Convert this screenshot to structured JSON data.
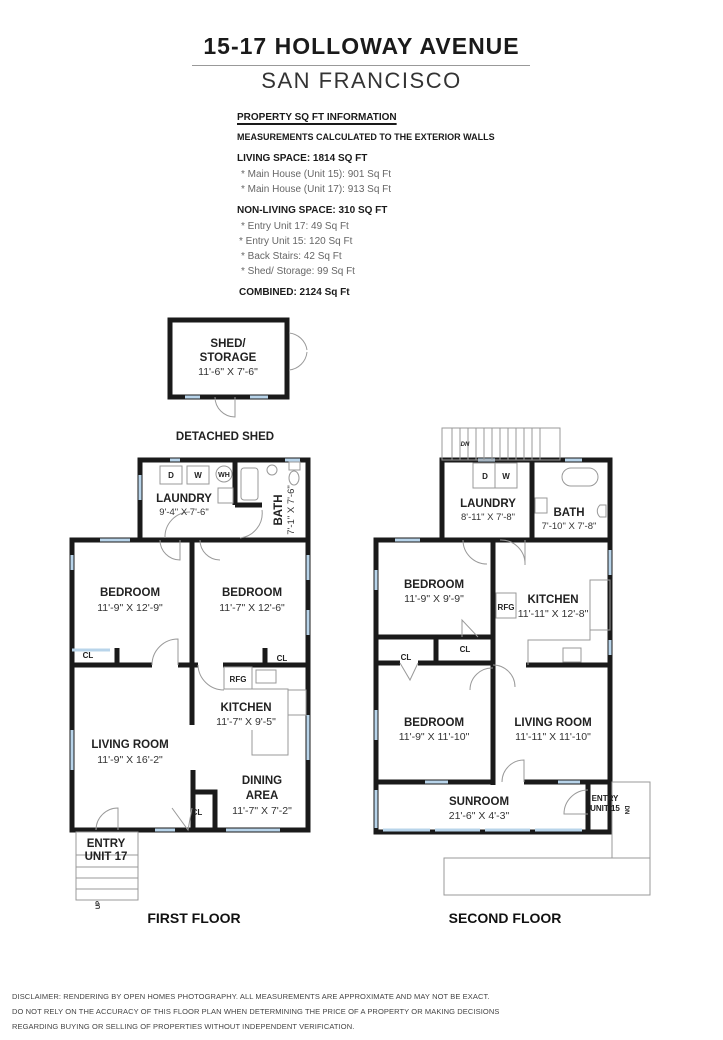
{
  "header": {
    "title": "15-17 HOLLOWAY AVENUE",
    "subtitle": "SAN FRANCISCO"
  },
  "info": {
    "heading": "PROPERTY SQ FT INFORMATION",
    "note": "MEASUREMENTS CALCULATED TO THE EXTERIOR WALLS",
    "living_heading": "LIVING SPACE: 1814 SQ FT",
    "living_items": [
      "*   Main House (Unit 15):   901 Sq Ft",
      "*   Main House (Unit 17):  913 Sq Ft"
    ],
    "nonliving_heading": "NON-LIVING SPACE: 310 SQ FT",
    "nonliving_items": [
      "*   Entry Unit 17:    49 Sq Ft",
      "*  Entry Unit 15:   120 Sq Ft",
      "*   Back Stairs:   42 Sq Ft",
      "*   Shed/ Storage:    99 Sq Ft"
    ],
    "combined": "COMBINED:    2124  Sq Ft"
  },
  "shed": {
    "name1": "SHED/",
    "name2": "STORAGE",
    "dims": "11'-6\" X 7'-6\"",
    "caption": "DETACHED SHED"
  },
  "first_floor": {
    "caption": "FIRST FLOOR",
    "laundry": {
      "name": "LAUNDRY",
      "dims": "9'-4\" X 7'-6\""
    },
    "bath": {
      "name": "BATH",
      "dims": "7'-1\" X 7'-6\""
    },
    "bedroom1": {
      "name": "BEDROOM",
      "dims": "11'-9\" X 12'-9\""
    },
    "bedroom2": {
      "name": "BEDROOM",
      "dims": "11'-7\" X 12'-6\""
    },
    "kitchen": {
      "name": "KITCHEN",
      "dims": "11'-7\" X 9'-5\""
    },
    "living": {
      "name": "LIVING ROOM",
      "dims": "11'-9\" X 16'-2\""
    },
    "dining": {
      "name1": "DINING",
      "name2": "AREA",
      "dims": "11'-7\" X 7'-2\""
    },
    "entry": {
      "name1": "ENTRY",
      "name2": "UNIT 17"
    },
    "fixtures": {
      "d": "D",
      "w": "W",
      "wh": "WH",
      "rfg": "RFG",
      "cl": "CL",
      "up": "UP"
    }
  },
  "second_floor": {
    "caption": "SECOND FLOOR",
    "laundry": {
      "name": "LAUNDRY",
      "dims": "8'-11\" X 7'-8\""
    },
    "bath": {
      "name": "BATH",
      "dims": "7'-10\" X 7'-8\""
    },
    "bedroom1": {
      "name": "BEDROOM",
      "dims": "11'-9\" X 9'-9\""
    },
    "kitchen": {
      "name": "KITCHEN",
      "dims": "11'-11\" X 12'-8\""
    },
    "bedroom2": {
      "name": "BEDROOM",
      "dims": "11'-9\" X 11'-10\""
    },
    "living": {
      "name": "LIVING ROOM",
      "dims": "11'-11\" X 11'-10\""
    },
    "sunroom": {
      "name": "SUNROOM",
      "dims": "21'-6\" X 4'-3\""
    },
    "entry": {
      "name1": "ENTRY",
      "name2": "UNIT 15"
    },
    "fixtures": {
      "d": "D",
      "w": "W",
      "rfg": "RFG",
      "cl": "CL",
      "dn": "DN"
    }
  },
  "disclaimer": [
    "DISCLAIMER: RENDERING BY OPEN HOMES PHOTOGRAPHY. ALL MEASUREMENTS ARE APPROXIMATE AND MAY NOT BE EXACT.",
    "DO NOT RELY ON THE ACCURACY OF THIS FLOOR PLAN WHEN DETERMINING THE PRICE OF A PROPERTY OR MAKING DECISIONS",
    "REGARDING BUYING OR SELLING OF PROPERTIES WITHOUT INDEPENDENT VERIFICATION."
  ],
  "colors": {
    "wall": "#1a1a1a",
    "window": "#b8d4ea"
  }
}
